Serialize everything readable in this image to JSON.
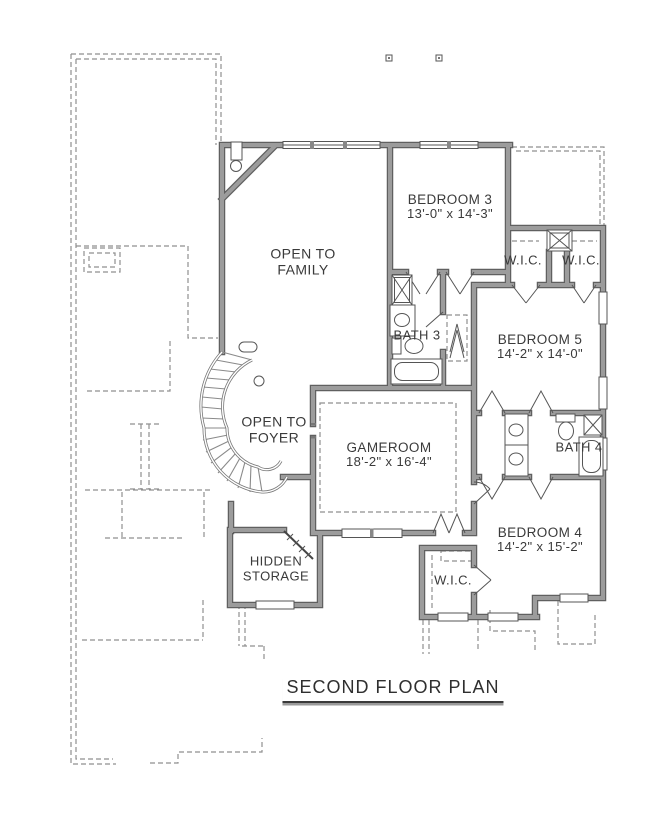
{
  "document": {
    "title": "SECOND FLOOR PLAN"
  },
  "rooms": {
    "open_to_family": {
      "line1": "OPEN TO",
      "line2": "FAMILY"
    },
    "bedroom3": {
      "name": "BEDROOM 3",
      "dims": "13'-0\" x 14'-3\""
    },
    "wic_left": {
      "name": "W.I.C."
    },
    "wic_right": {
      "name": "W.I.C."
    },
    "bath3": {
      "name": "BATH 3"
    },
    "bedroom5": {
      "name": "BEDROOM 5",
      "dims": "14'-2\" x 14'-0\""
    },
    "open_to_foyer": {
      "line1": "OPEN TO",
      "line2": "FOYER"
    },
    "gameroom": {
      "name": "GAMEROOM",
      "dims": "18'-2\" x 16'-4\""
    },
    "bath4": {
      "name": "BATH 4"
    },
    "bedroom4": {
      "name": "BEDROOM 4",
      "dims": "14'-2\" x 15'-2\""
    },
    "wic_bedroom4": {
      "name": "W.I.C."
    },
    "hidden_storage": {
      "line1": "HIDDEN",
      "line2": "STORAGE"
    }
  },
  "colors": {
    "wall_fill": "#9c9c9c",
    "wall_edge": "#606060",
    "dashed_line": "#8f8f8f",
    "label_text": "#3a3a3a"
  }
}
